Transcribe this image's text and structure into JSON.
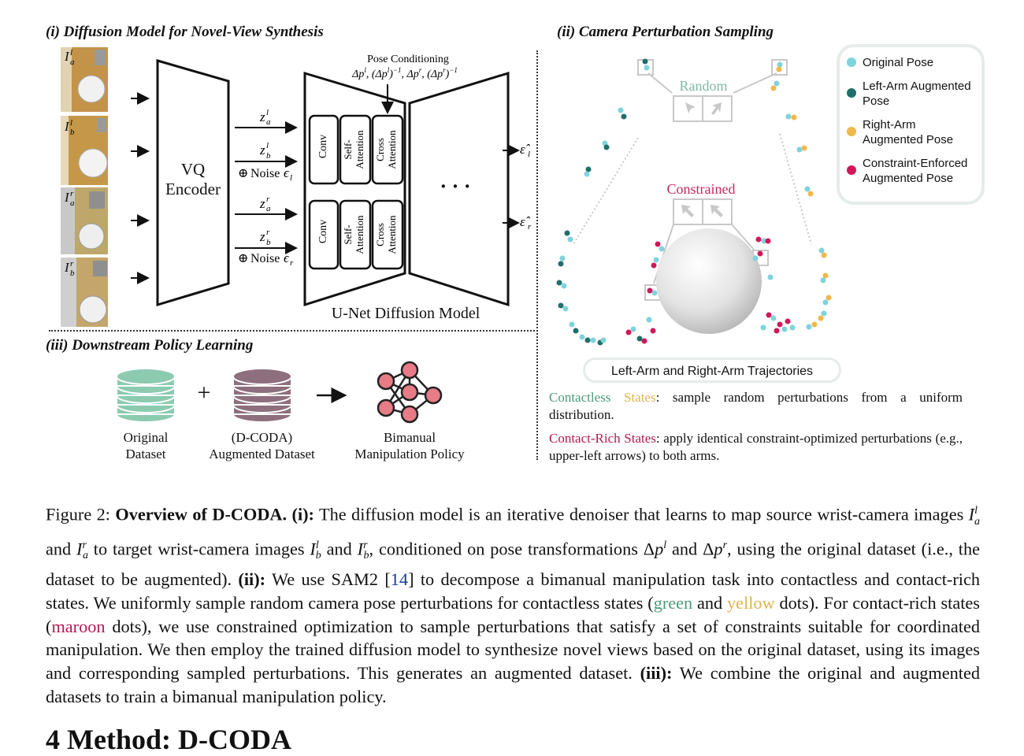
{
  "panel_i": {
    "title": "(i) Diffusion Model for Novel-View Synthesis",
    "encoder_line1": "VQ",
    "encoder_line2": "Encoder",
    "pose_conditioning": "Pose Conditioning",
    "block_labels": [
      "Conv",
      "Self-Attention",
      "Cross Attention"
    ],
    "noise_label": "Noise",
    "ellipsis": "· · ·",
    "unet_label": "U-Net Diffusion Model"
  },
  "panel_ii": {
    "title": "(ii) Camera Perturbation Sampling",
    "random_label": "Random",
    "constrained_label": "Constrained",
    "legend": [
      {
        "label": "Original Pose",
        "color": "#7fd3dc"
      },
      {
        "label": "Left-Arm Augmented Pose",
        "color": "#1f6f6a"
      },
      {
        "label": "Right-Arm Augmented Pose",
        "color": "#f0b84a"
      },
      {
        "label": "Constraint-Enforced Augmented Pose",
        "color": "#d0185a"
      }
    ],
    "trajectories_label": "Left-Arm and Right-Arm Trajectories",
    "contactless_word1": "Contactless",
    "contactless_word2": "States",
    "contactless_rest": ": sample random perturbations from a uniform distribution.",
    "contactrich_words": "Contact-Rich States",
    "contactrich_rest": ": apply identical constraint-optimized perturbations (e.g., upper-left arrows) to both arms."
  },
  "panel_iii": {
    "title": "(iii) Downstream Policy Learning",
    "plus": "+",
    "original_dataset": [
      "Original",
      "Dataset"
    ],
    "augmented_dataset": [
      "(D-CODA)",
      "Augmented Dataset"
    ],
    "policy": [
      "Bimanual",
      "Manipulation Policy"
    ],
    "colors": {
      "original": "#8ccbb0",
      "augmented": "#8e6f7e",
      "policy": "#e77c86"
    }
  },
  "caption": {
    "fig_label": "Figure 2: ",
    "title": "Overview of D-CODA.",
    "p1_label": "(i):",
    "p1_a": " The diffusion model is an iterative denoiser that learns to map source wrist-camera images ",
    "p1_b": " and ",
    "p1_c": " to target wrist-camera images ",
    "p1_d": " and ",
    "p1_e": ", conditioned on pose transformations ",
    "p1_f": " and ",
    "p1_g": ", using the original dataset (i.e., the dataset to be augmented). ",
    "p2_label": "(ii):",
    "p2_a": " We use SAM2 [",
    "p2_cite": "14",
    "p2_b": "] to decompose a bimanual manipulation task into contactless and contact-rich states. We uniformly sample random camera pose perturbations for contactless states (",
    "green_word": "green",
    "p2_c": " and ",
    "yellow_word": "yellow",
    "p2_d": " dots). For contact-rich states (",
    "maroon_word": "maroon",
    "p2_e": " dots), we use constrained optimization to sample perturbations that satisfy a set of constraints suitable for coordinated manipulation. We then employ the trained diffusion model to synthesize novel views based on the original dataset, using its images and corresponding sampled perturbations. This generates an augmented dataset. ",
    "p3_label": "(iii):",
    "p3_a": " We combine the original and augmented datasets to train a bimanual manipulation policy."
  },
  "next_heading": "4   Method: D-CODA"
}
